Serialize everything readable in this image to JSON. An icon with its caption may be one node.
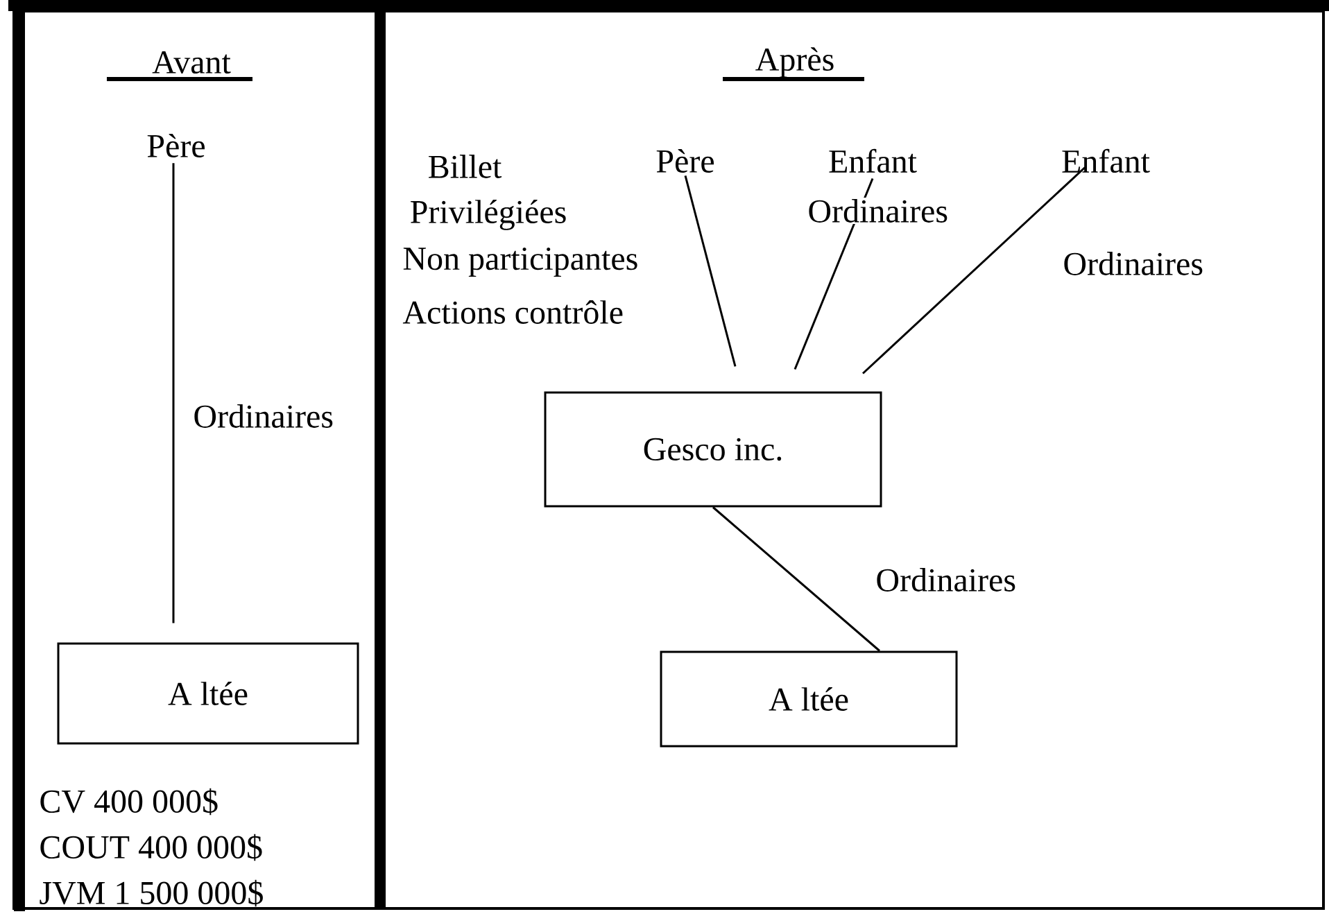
{
  "diagram": {
    "nodes": [
      {
        "text": [
          "Père"
        ]
      },
      {
        "text": [
          "A ltée"
        ],
        "beside": [
          "CV 400 000$",
          "COUT 400 000$",
          "JVM 1 500 000$"
        ]
      },
      {
        "text": [
          "Père"
        ]
      },
      {
        "text": [
          "Enfant"
        ]
      },
      {
        "text": [
          "Enfant"
        ]
      },
      {
        "text": [
          "Gesco inc."
        ]
      },
      {
        "text": [
          "A ltée"
        ]
      }
    ],
    "edges": [
      {
        "from": 0,
        "to": 1,
        "arrow": "none",
        "label": "Ordinaires"
      },
      {
        "from": 2,
        "to": 5,
        "arrow": "none"
      },
      {
        "from": 3,
        "to": 5,
        "arrow": "none",
        "label": "Ordinaires"
      },
      {
        "from": 4,
        "to": 5,
        "arrow": "none",
        "label": "Ordinaires"
      },
      {
        "from": 5,
        "to": 6,
        "arrow": "none",
        "label": "Ordinaires"
      }
    ],
    "labels": [
      "Avant",
      "Après",
      "Billet",
      "Privilégiées",
      "Non participantes",
      "Actions contrôle"
    ]
  }
}
